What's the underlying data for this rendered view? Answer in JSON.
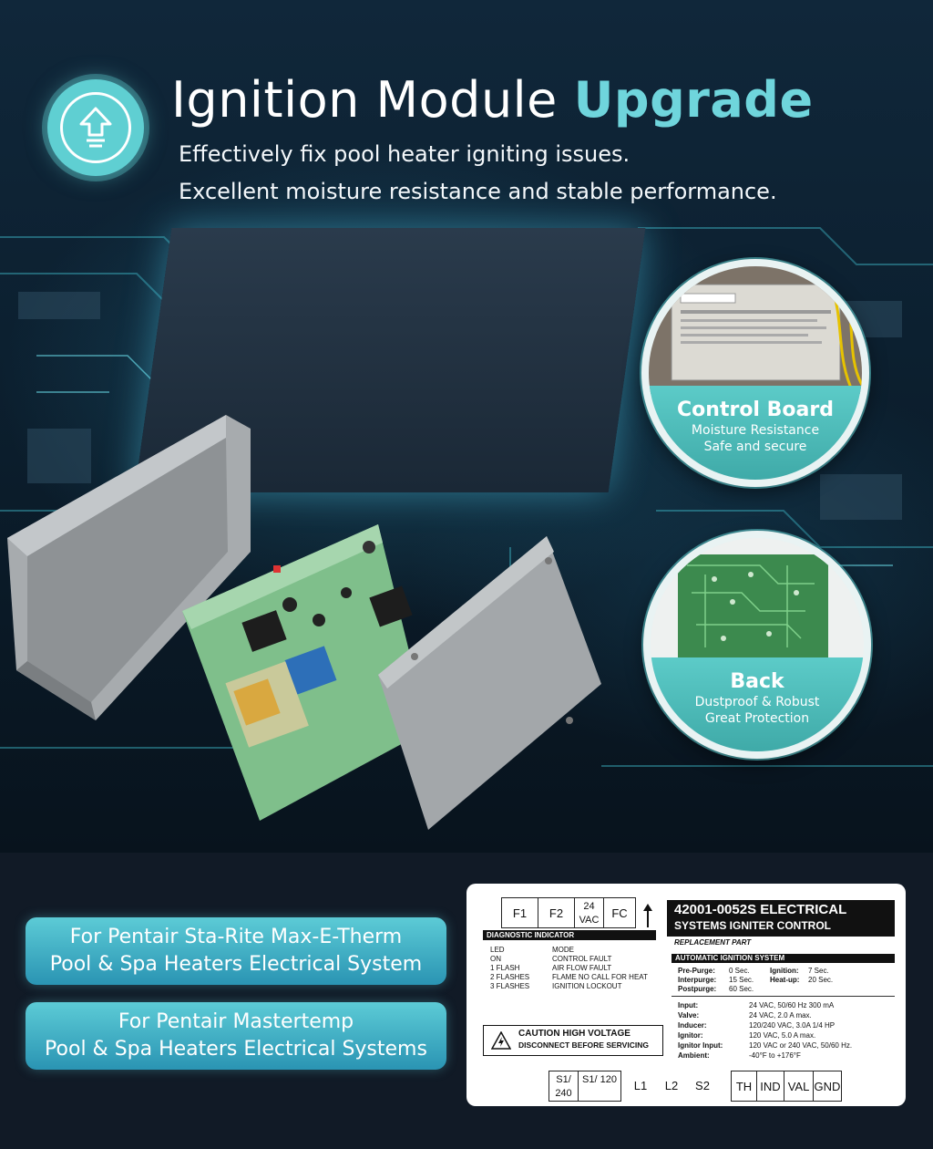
{
  "header": {
    "title_main": "Ignition Module ",
    "title_accent": "Upgrade",
    "subtitle_1": "Effectively fix pool heater igniting issues.",
    "subtitle_2": "Excellent moisture resistance and stable performance."
  },
  "callouts": [
    {
      "title": "Control Board",
      "line1": "Moisture Resistance",
      "line2": "Safe and secure"
    },
    {
      "title": "Back",
      "line1": "Dustproof & Robust",
      "line2": "Great Protection"
    }
  ],
  "compatibility": [
    {
      "line1": "For Pentair Sta-Rite Max-E-Therm",
      "line2": "Pool & Spa Heaters Electrical System"
    },
    {
      "line1": "For Pentair Mastertemp",
      "line2": "Pool & Spa Heaters Electrical Systems"
    }
  ],
  "label": {
    "top_terminals": [
      "F1",
      "F2",
      "24 VAC",
      "FC"
    ],
    "part_number": "42001-0052S ELECTRICAL",
    "part_subtitle": "SYSTEMS IGNITER CONTROL",
    "replacement": "REPLACEMENT PART",
    "diag_title": "DIAGNOSTIC INDICATOR",
    "diag_header": [
      "LED",
      "MODE"
    ],
    "diag_rows": [
      [
        "ON",
        "CONTROL FAULT"
      ],
      [
        "1    FLASH",
        "AIR FLOW FAULT"
      ],
      [
        "2    FLASHES",
        "FLAME NO CALL FOR HEAT"
      ],
      [
        "3    FLASHES",
        "IGNITION LOCKOUT"
      ]
    ],
    "auto_title": "AUTOMATIC IGNITION SYSTEM",
    "timing": [
      [
        "Pre-Purge:",
        "0  Sec.",
        "Ignition:",
        "7  Sec."
      ],
      [
        "Interpurge:",
        "15 Sec.",
        "Heat-up:",
        "20 Sec."
      ],
      [
        "Postpurge:",
        "60 Sec.",
        "",
        ""
      ]
    ],
    "specs": [
      [
        "Input:",
        "24 VAC, 50/60 Hz 300 mA"
      ],
      [
        "Valve:",
        "24 VAC, 2.0 A max."
      ],
      [
        "Inducer:",
        "120/240 VAC, 3.0A 1/4 HP"
      ],
      [
        "Ignitor:",
        "120 VAC, 5.0 A max."
      ],
      [
        "Ignitor Input:",
        "120 VAC or 240 VAC, 50/60 Hz."
      ],
      [
        "Ambient:",
        "-40°F to +176°F"
      ]
    ],
    "caution_1": "CAUTION HIGH VOLTAGE",
    "caution_2": "DISCONNECT BEFORE SERVICING",
    "bottom_terminals": [
      "S1/ 240",
      "S1/ 120",
      "L1",
      "L2",
      "S2",
      "TH",
      "IND",
      "VAL",
      "GND"
    ]
  }
}
